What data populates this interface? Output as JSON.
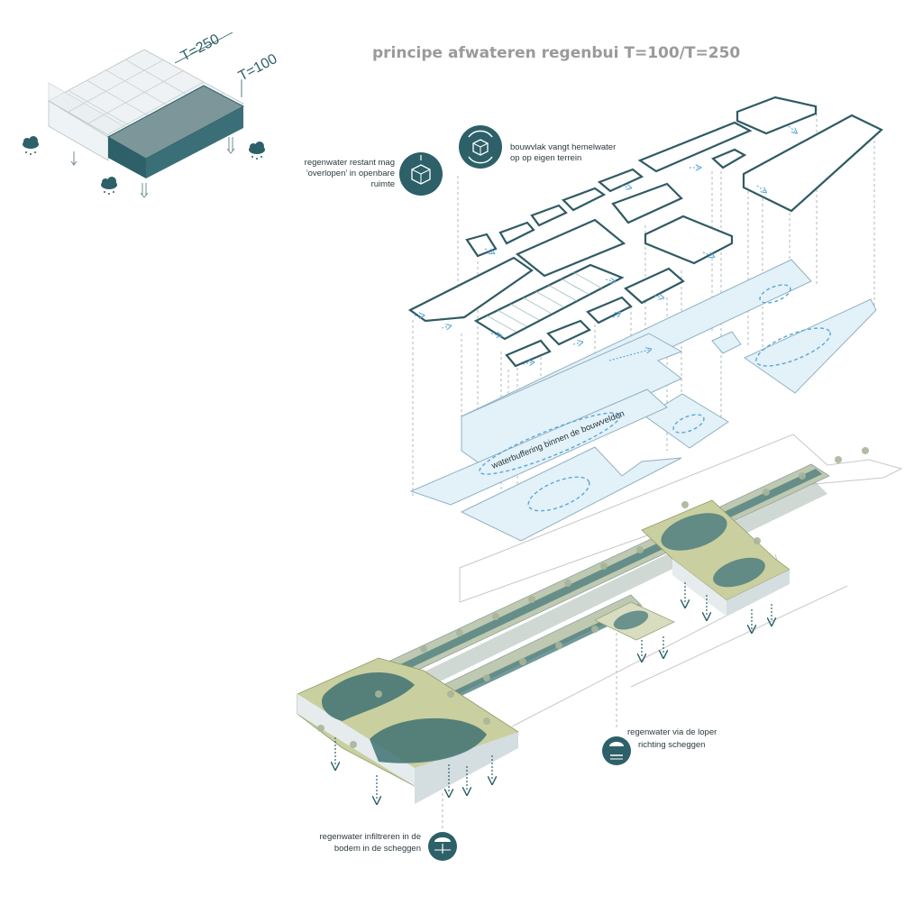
{
  "title": "principe afwateren regenbui T=100/T=250",
  "dimensions": {
    "t250": "T=250",
    "t100": "T=100"
  },
  "annotations": {
    "overlopen": [
      "regenwater restant mag",
      "'overlopen' in openbare",
      "ruimte"
    ],
    "bouwvlak": [
      "bouwvlak vangt hemelwater",
      "op op eigen terrein"
    ],
    "waterbuffering": "waterbuffering binnen de bouwvelden",
    "loper": [
      "regenwater via de loper",
      "richting scheggen"
    ],
    "infiltreren": [
      "regenwater infiltreren in de",
      "bodem in de scheggen"
    ]
  },
  "icons": [
    "cube-cycle-icon",
    "cube-overflow-icon",
    "rain-runoff-icon",
    "rain-infiltrate-icon",
    "cloud-rain-icon"
  ],
  "colors": {
    "teal": "#2d6068",
    "lightBlue": "#e3f1f8",
    "swirlBlue": "#5aa8d6",
    "green": "#c9cf9f",
    "pond": "#4f7f7f"
  }
}
